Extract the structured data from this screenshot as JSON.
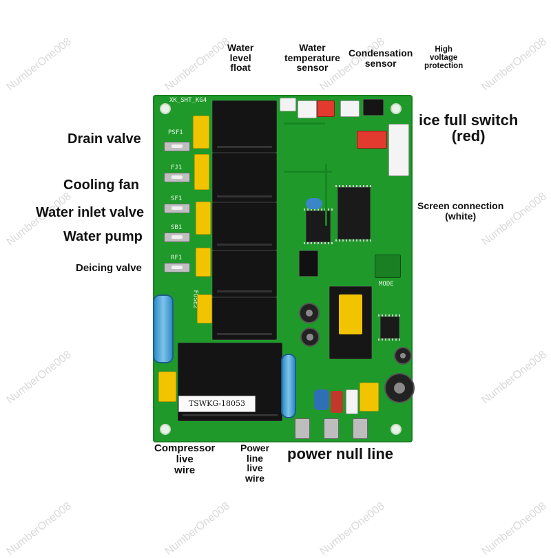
{
  "labels": {
    "water_level_float": "Water\nlevel\nfloat",
    "water_temperature_sensor": "Water\ntemperature\nsensor",
    "condensation_sensor": "Condensation\nsensor",
    "high_voltage_protection": "High\nvoltage\nprotection",
    "drain_valve": "Drain valve",
    "ice_full_switch": "ice full switch\n(red)",
    "cooling_fan": "Cooling fan",
    "water_inlet_valve": "Water inlet valve",
    "water_pump": "Water pump",
    "screen_connection": "Screen connection\n(white)",
    "deicing_valve": "Deicing valve",
    "compressor_live_wire": "Compressor\nlive\nwire",
    "power_line_live_wire": "Power\nline\nlive\nwire",
    "power_null_line": "power null line"
  },
  "board": {
    "model_silk": "XK_SHT_KG4",
    "psf1": "PSF1",
    "fj1": "FJ1",
    "sf1": "SF1",
    "sb1": "SB1",
    "rf1": "RF1",
    "fuse2": "FUSE2",
    "mode": "MODE",
    "sticker": "TSWKG-18053"
  },
  "watermark": "NumberOne008",
  "colors": {
    "pcb_green": "#1f9a2a",
    "relay_black": "#141414",
    "capacitor_yellow": "#f2c400",
    "connector_red": "#e23a2e",
    "fuse_blue": "#2d8bc7"
  }
}
